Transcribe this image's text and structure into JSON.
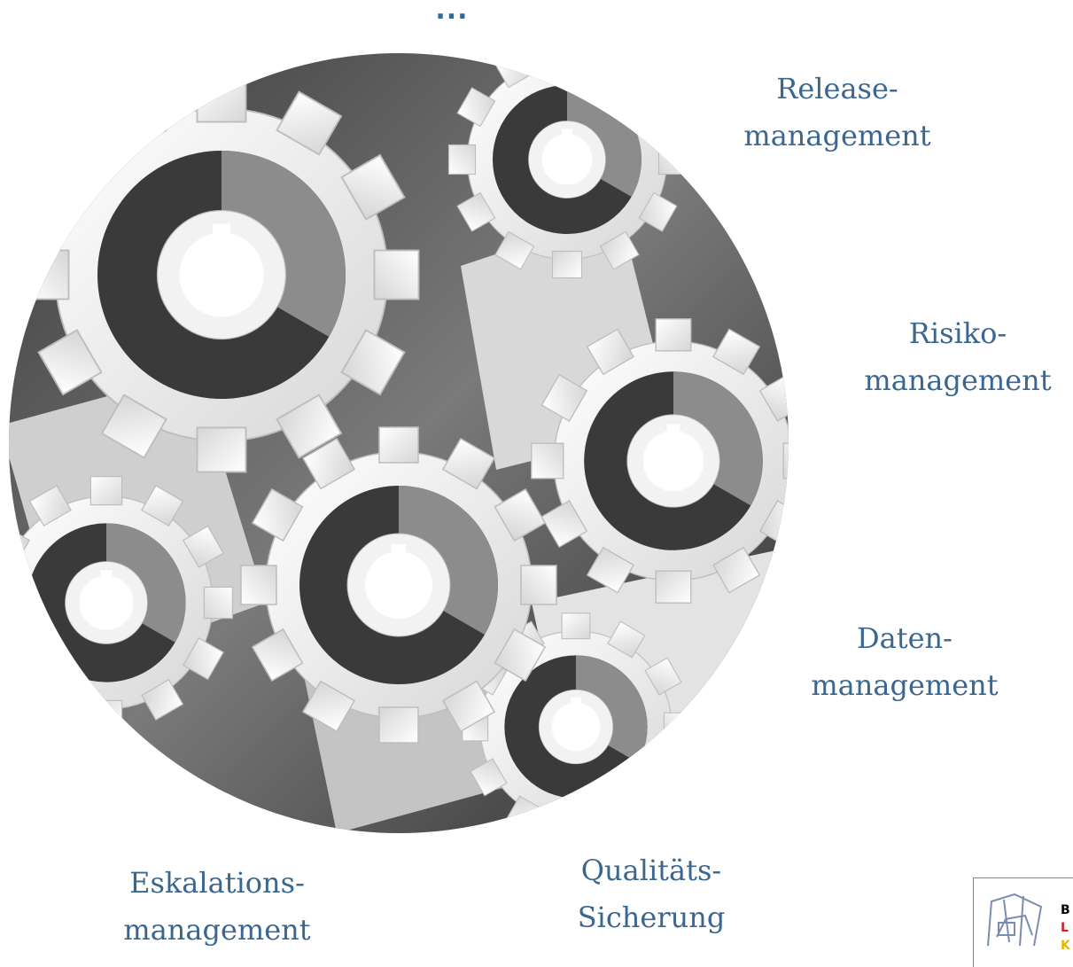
{
  "top_indicator": "...",
  "labels": {
    "release": {
      "line1": "Release-",
      "line2": "management"
    },
    "risiko": {
      "line1": "Risiko-",
      "line2": "management"
    },
    "daten": {
      "line1": "Daten-",
      "line2": "management"
    },
    "qualitaet": {
      "line1": "Qualitäts-",
      "line2": "Sicherung"
    },
    "eskalation": {
      "line1": "Eskalations-",
      "line2": "management"
    }
  },
  "logo": {
    "letters": [
      "B",
      "L",
      "K"
    ],
    "letter_colors": [
      "#000000",
      "#d21f1f",
      "#e6b800"
    ]
  },
  "colors": {
    "label_text": "#3a6690",
    "indicator": "#2f6a9c",
    "gear_dark": "#2b2b2b",
    "gear_mid": "#a9a9a9",
    "gear_light": "#f6f6f6"
  },
  "icons": [
    "gears-illustration",
    "logo-mark-icon"
  ]
}
